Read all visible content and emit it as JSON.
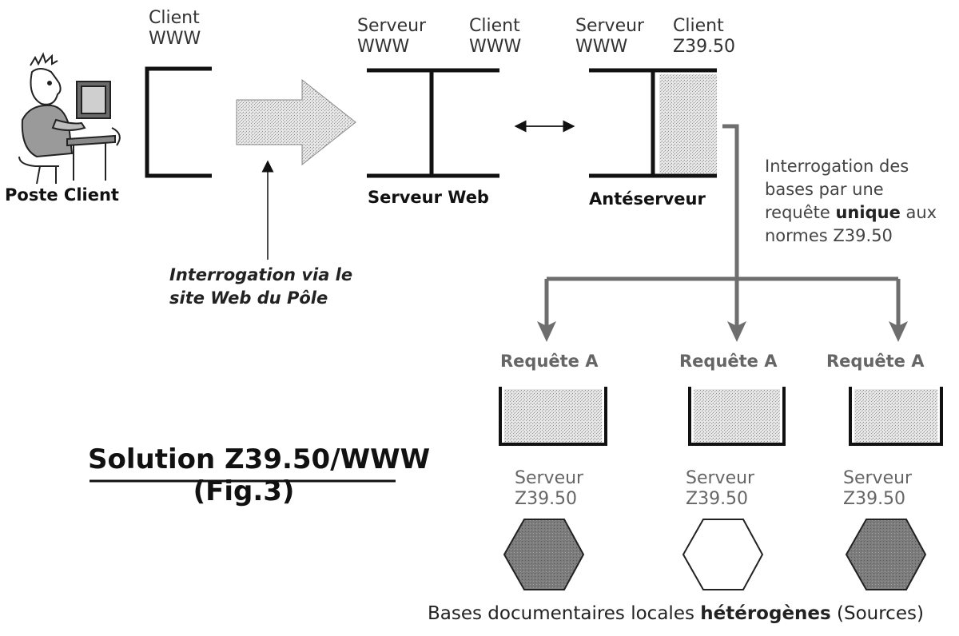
{
  "client_station": {
    "label_top_line1": "Client",
    "label_top_line2": "WWW",
    "caption": "Poste Client"
  },
  "web_server": {
    "left_line1": "Serveur",
    "left_line2": "WWW",
    "right_line1": "Client",
    "right_line2": "WWW",
    "caption": "Serveur Web"
  },
  "pre_server": {
    "left_line1": "Serveur",
    "left_line2": "WWW",
    "right_line1": "Client",
    "right_line2": "Z39.50",
    "caption": "Antéserveur"
  },
  "query_note": {
    "line1": "Interrogation via le",
    "line2": "site Web du Pôle"
  },
  "z3950_note": {
    "line1": "Interrogation des",
    "line2": "bases par une",
    "line3_pre": "requête ",
    "line3_bold": "unique",
    "line3_post": " aux",
    "line4": "normes Z39.50"
  },
  "requests": [
    {
      "label": "Requête A",
      "server_line1": "Serveur",
      "server_line2": "Z39.50"
    },
    {
      "label": "Requête A",
      "server_line1": "Serveur",
      "server_line2": "Z39.50"
    },
    {
      "label": "Requête A",
      "server_line1": "Serveur",
      "server_line2": "Z39.50"
    }
  ],
  "solution": {
    "title": "Solution Z39.50/WWW",
    "subtitle": "(Fig.3)"
  },
  "bases_caption": {
    "pre": "Bases documentaires locales ",
    "bold": "hétérogènes",
    "post": " (Sources)"
  },
  "colors": {
    "ink": "#111111",
    "arrow_grey": "#777777",
    "big_arrow_fill": "#a8a8a8",
    "stipple": "#c9c9c9",
    "hex_dark": "#7a7a7a",
    "hex_light": "#ffffff"
  }
}
